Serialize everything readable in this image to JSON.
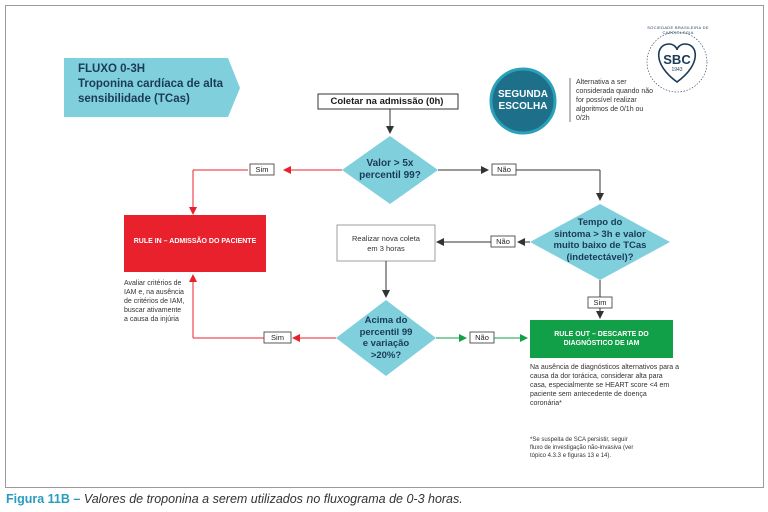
{
  "title_tag": {
    "line1": "FLUXO 0-3H",
    "line2": "Troponina cardíaca de alta",
    "line3": "sensibilidade (TCas)"
  },
  "second_choice": {
    "line1": "SEGUNDA",
    "line2": "ESCOLHA",
    "note": "Alternativa a ser considerada quando não for possível realizar algoritmos de 0/1h ou 0/2h"
  },
  "logo": {
    "text": "SBC",
    "ring": "SOCIEDADE BRASILEIRA DE CARDIOLOGIA",
    "year": "1943"
  },
  "start": "Coletar na admissão (0h)",
  "diamond1": {
    "l1": "Valor > 5x",
    "l2": "percentil 99?"
  },
  "diamond2": {
    "l1": "Tempo do",
    "l2": "sintoma > 3h e valor",
    "l3": "muito baixo de TCas",
    "l4": "(indetectável)?"
  },
  "diamond3": {
    "l1": "Acima do",
    "l2": "percentil 99",
    "l3": "e variação",
    "l4": ">20%?"
  },
  "labels": {
    "sim1": "Sim",
    "nao1": "Não",
    "nao2": "Não",
    "sim2": "Sim",
    "sim3": "Sim",
    "nao3": "Não"
  },
  "repeat_box": "Realizar nova coleta em 3 horas",
  "rule_in": {
    "label": "RULE IN – ADMISSÃO DO PACIENTE",
    "note": "Avaliar critérios de IAM e, na ausência de critérios de IAM, buscar ativamente a causa da injúria"
  },
  "rule_out": {
    "label1": "RULE OUT – DESCARTE DO",
    "label2": "DIAGNÓSTICO DE IAM",
    "note": "Na ausência de diagnósticos alternativos para a causa da dor torácica, considerar alta para casa, especialmente se HEART score <4 em paciente sem antecedente de doença coronária*"
  },
  "footnote": "*Se suspeita de SCA persistir, seguir fluxo de investigação não-invasiva (ver tópico 4.3.3 e figuras 13 e 14).",
  "caption": {
    "label": "Figura 11B –",
    "text": " Valores de troponina a serem utilizados no fluxograma de 0-3 horas."
  },
  "colors": {
    "teal": "#7fd0dc",
    "navy": "#1b3a57",
    "red": "#e8212c",
    "green": "#11a047",
    "caption_blue": "#2a9cc0"
  }
}
